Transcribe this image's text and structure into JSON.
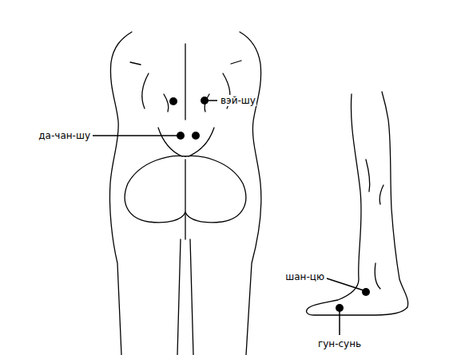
{
  "diagram": {
    "labels": [
      "вэй-шу",
      "да-чан-шу",
      "шан-цю",
      "гун-сунь"
    ]
  }
}
